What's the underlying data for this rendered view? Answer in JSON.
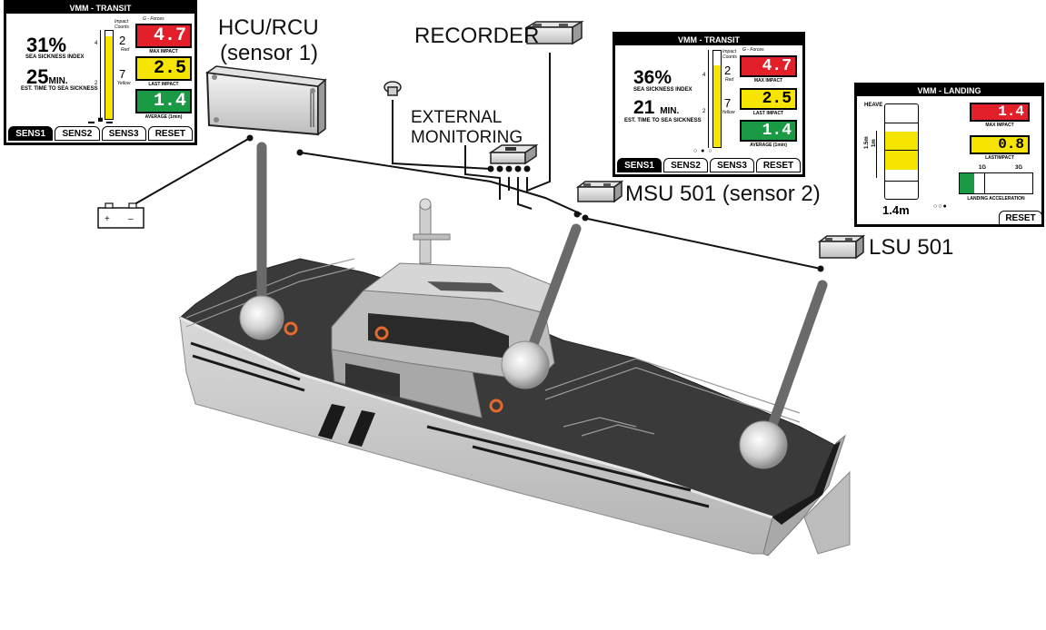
{
  "labels": {
    "hcu_line1": "HCU/RCU",
    "hcu_line2": "(sensor 1)",
    "recorder": "RECORDER",
    "external_line1": "EXTERNAL",
    "external_line2": "MONITORING",
    "msu": "MSU 501 (sensor 2)",
    "lsu": "LSU 501"
  },
  "screen_left": {
    "title": "VMM - TRANSIT",
    "sickness_value": "31%",
    "sickness_label": "SEA SICKNESS INDEX",
    "time_value": "25",
    "time_unit": "MIN.",
    "time_label": "EST. TIME TO SEA SICKNESS",
    "impact_counts_label": "Impact Counts",
    "g_forces_label": "G - Forces",
    "scale_top": "4",
    "scale_mid": "2",
    "red_count": "2",
    "red_label": "Red",
    "yellow_count": "7",
    "yellow_label": "Yellow",
    "max_impact_value": "4.7",
    "max_impact_label": "MAX IMPACT",
    "last_impact_value": "2.5",
    "last_impact_label": "LAST IMPACT",
    "average_value": "1.4",
    "average_label": "AVERAGE (1min)",
    "gauge_level": 0.94,
    "tabs": [
      "SENS1",
      "SENS2",
      "SENS3",
      "RESET"
    ]
  },
  "screen_mid": {
    "title": "VMM - TRANSIT",
    "sickness_value": "36%",
    "sickness_label": "SEA SICKNESS INDEX",
    "time_value": "21",
    "time_unit": "MIN.",
    "time_label": "EST. TIME TO SEA SICKNESS",
    "impact_counts_label": "Impact Counts",
    "g_forces_label": "G - Forces",
    "scale_top": "4",
    "scale_mid": "2",
    "red_count": "2",
    "red_label": "Red",
    "yellow_count": "7",
    "yellow_label": "Yellow",
    "max_impact_value": "4.7",
    "max_impact_label": "MAX IMPACT",
    "last_impact_value": "2.5",
    "last_impact_label": "LAST IMPACT",
    "average_value": "1.4",
    "average_label": "AVERAGE (1min)",
    "gauge_level": 0.85,
    "tabs": [
      "SENS1",
      "SENS2",
      "SENS3",
      "RESET"
    ]
  },
  "screen_right": {
    "title": "VMM - LANDING",
    "heave_label": "HEAVE",
    "scale_1_5": "1.5m",
    "scale_1": "1m",
    "heave_value": "1.4m",
    "max_impact_value": "1.4",
    "max_impact_label": "MAX IMPACT",
    "last_impact_value": "0.8",
    "last_impact_label": "LASTIMPACT",
    "accel_1g": "1G",
    "accel_3g": "3G",
    "accel_label": "LANDING ACCELERATION",
    "accel_level": 0.2,
    "reset": "RESET"
  },
  "battery": {
    "plus": "+",
    "minus": "–"
  },
  "colors": {
    "red": "#e3202a",
    "yellow": "#f6e500",
    "green": "#1a9a44",
    "hull": "#c9c9c9",
    "deck": "#3a3a3a"
  }
}
